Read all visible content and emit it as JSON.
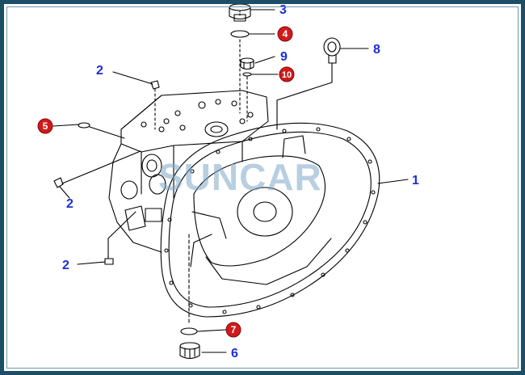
{
  "watermark": "SUNCAR",
  "colors": {
    "border": "#1c4f67",
    "label_blue": "#1d2ed6",
    "badge_red": "#d11a1a",
    "line": "#000000",
    "watermark": "#7fa9c9"
  },
  "callouts": {
    "c1": "1",
    "c2a": "2",
    "c2b": "2",
    "c2c": "2",
    "c3": "3",
    "c4": "4",
    "c5": "5",
    "c6": "6",
    "c7": "7",
    "c8": "8",
    "c9": "9",
    "c10": "10"
  }
}
